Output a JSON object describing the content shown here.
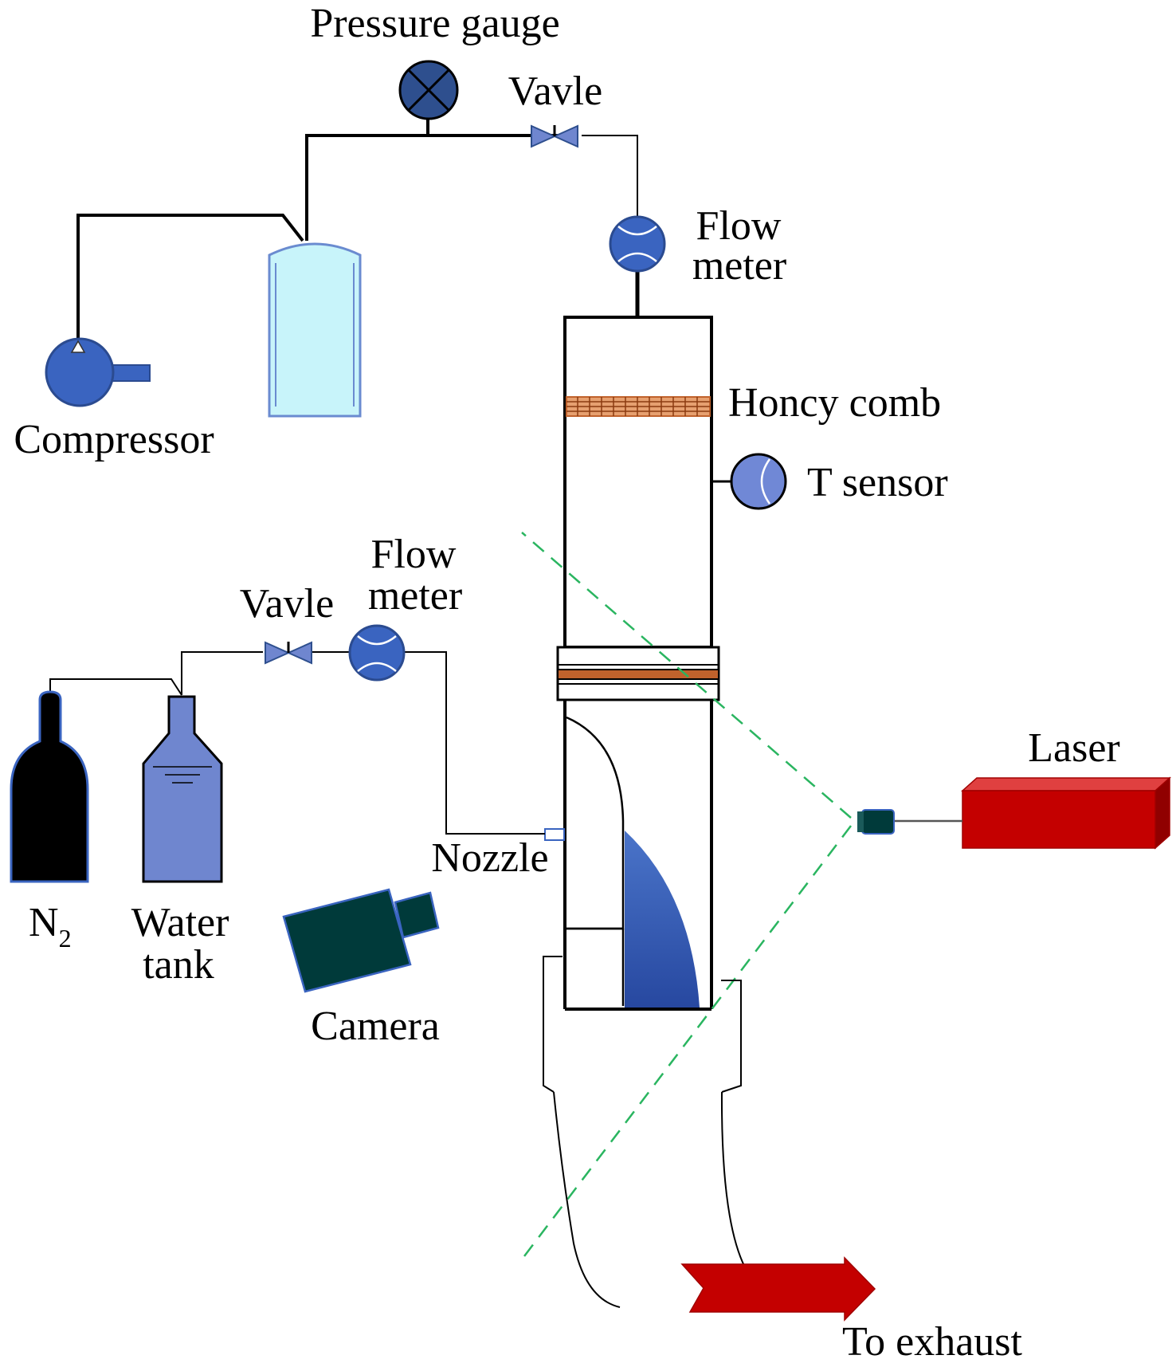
{
  "labels": {
    "pressure_gauge": "Pressure gauge",
    "valve_top": "Vavle",
    "flow_meter_top_line1": "Flow",
    "flow_meter_top_line2": "meter",
    "compressor": "Compressor",
    "honeycomb": "Honcy comb",
    "t_sensor": "T sensor",
    "flow_meter_mid_line1": "Flow",
    "flow_meter_mid_line2": "meter",
    "valve_mid": "Vavle",
    "laser": "Laser",
    "nozzle": "Nozzle",
    "n2_main": "N",
    "n2_sub": "2",
    "water_tank_line1": "Water",
    "water_tank_line2": "tank",
    "camera": "Camera",
    "exhaust": "To exhaust"
  },
  "colors": {
    "line": "#000000",
    "blue": "#3a64c0",
    "dark_blue": "#2e4f8e",
    "tank_fill": "#c8f4fa",
    "honeycomb": "#c0622c",
    "laser_red": "#c40000",
    "camera": "#003a3a",
    "laser_beam": "#2ab560",
    "water_tank": "#6f86cf",
    "spray": "#3558a8"
  }
}
